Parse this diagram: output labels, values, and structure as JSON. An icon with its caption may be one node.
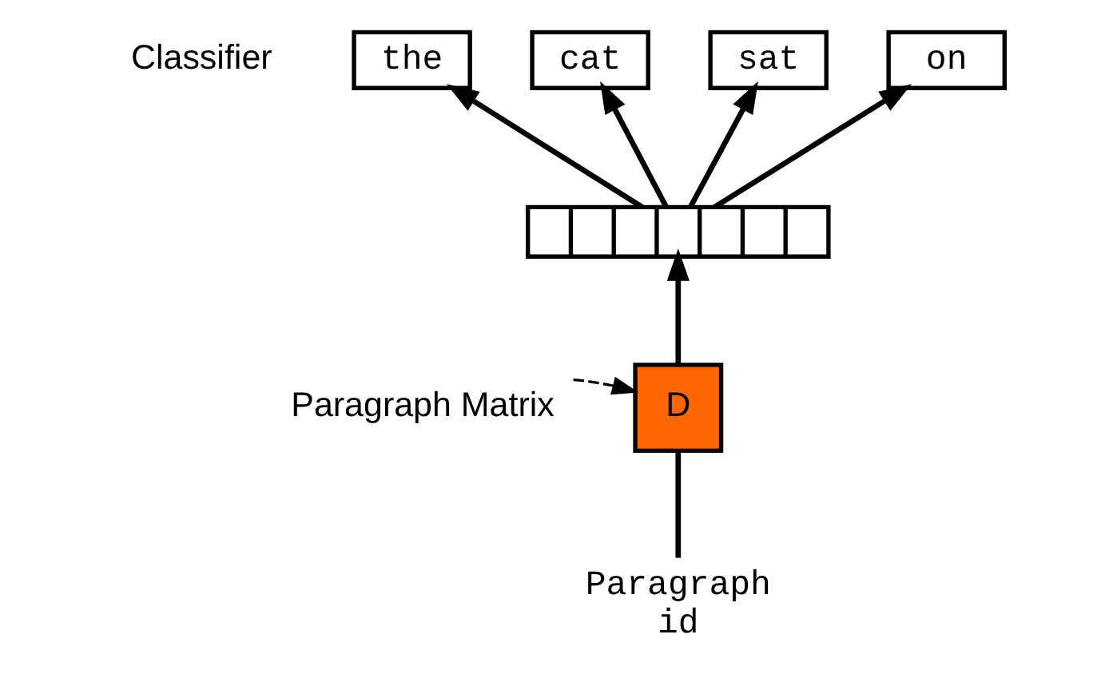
{
  "diagram": {
    "nodes": [
      {
        "text": [
          "the"
        ]
      },
      {
        "text": [
          "cat"
        ]
      },
      {
        "text": [
          "sat"
        ]
      },
      {
        "text": [
          "on"
        ]
      },
      {
        "text": [],
        "shape": "bar"
      },
      {
        "text": [
          "D"
        ]
      },
      {
        "text": [
          "Paragraph Matrix"
        ]
      },
      {
        "text": [
          "Paragraph id"
        ]
      }
    ],
    "edges": [
      {
        "from": 4,
        "to": 0,
        "arrow": "to"
      },
      {
        "from": 4,
        "to": 1,
        "arrow": "to"
      },
      {
        "from": 4,
        "to": 2,
        "arrow": "to"
      },
      {
        "from": 4,
        "to": 3,
        "arrow": "to"
      },
      {
        "from": 5,
        "to": 4,
        "arrow": "to"
      },
      {
        "from": 6,
        "to": 5,
        "arrow": "to",
        "style": "dashed"
      },
      {
        "from": 7,
        "to": 5,
        "arrow": "none"
      }
    ],
    "labels": [
      "Classifier"
    ]
  }
}
